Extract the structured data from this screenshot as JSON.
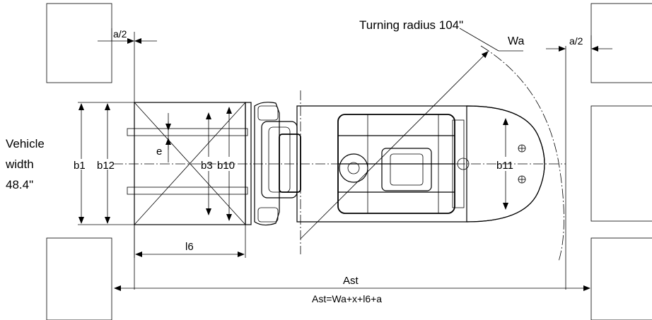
{
  "annotations": {
    "turning_radius": "Turning radius 104\"",
    "wa": "Wa",
    "a_half_left": "a/2",
    "a_half_right": "a/2",
    "vehicle_width_line1": "Vehicle",
    "vehicle_width_line2": "width",
    "vehicle_width_line3": "48.4\"",
    "b1": "b1",
    "b12": "b12",
    "e": "e",
    "b3": "b3",
    "b10": "b10",
    "b11": "b11",
    "l6": "l6",
    "ast": "Ast",
    "ast_formula": "Ast=Wa+x+l6+a"
  },
  "icons": {
    "pallet_stack": "brick-block",
    "vehicle": "forklift-top-view"
  }
}
